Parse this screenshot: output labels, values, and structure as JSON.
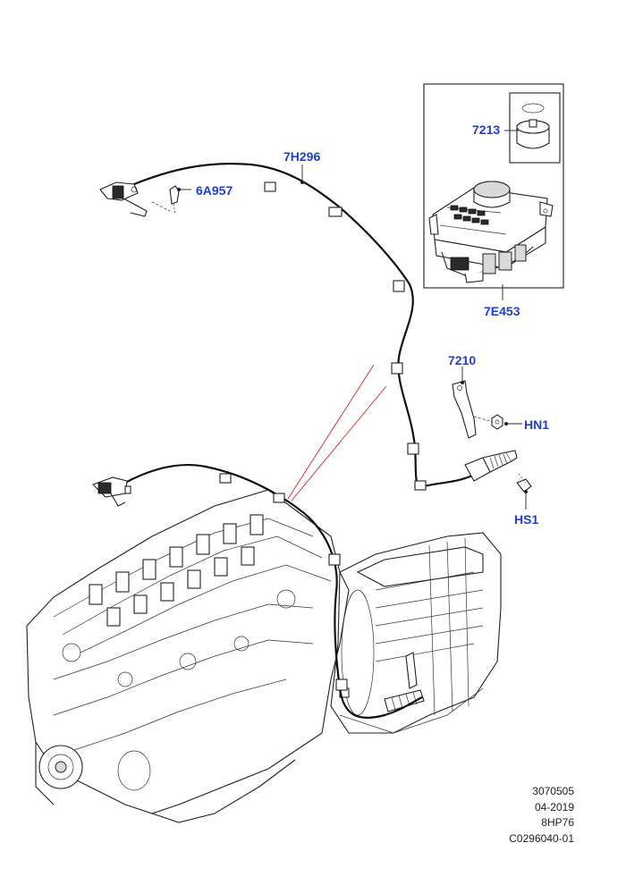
{
  "callouts": [
    {
      "id": "7213",
      "label": "7213"
    },
    {
      "id": "7H296",
      "label": "7H296"
    },
    {
      "id": "6A957",
      "label": "6A957"
    },
    {
      "id": "7E453",
      "label": "7E453"
    },
    {
      "id": "7210",
      "label": "7210"
    },
    {
      "id": "HN1",
      "label": "HN1"
    },
    {
      "id": "HS1",
      "label": "HS1"
    }
  ],
  "meta": {
    "ref": "3070505",
    "date": "04-2019",
    "transmission": "8HP76",
    "drawing_id": "C0296040-01"
  }
}
